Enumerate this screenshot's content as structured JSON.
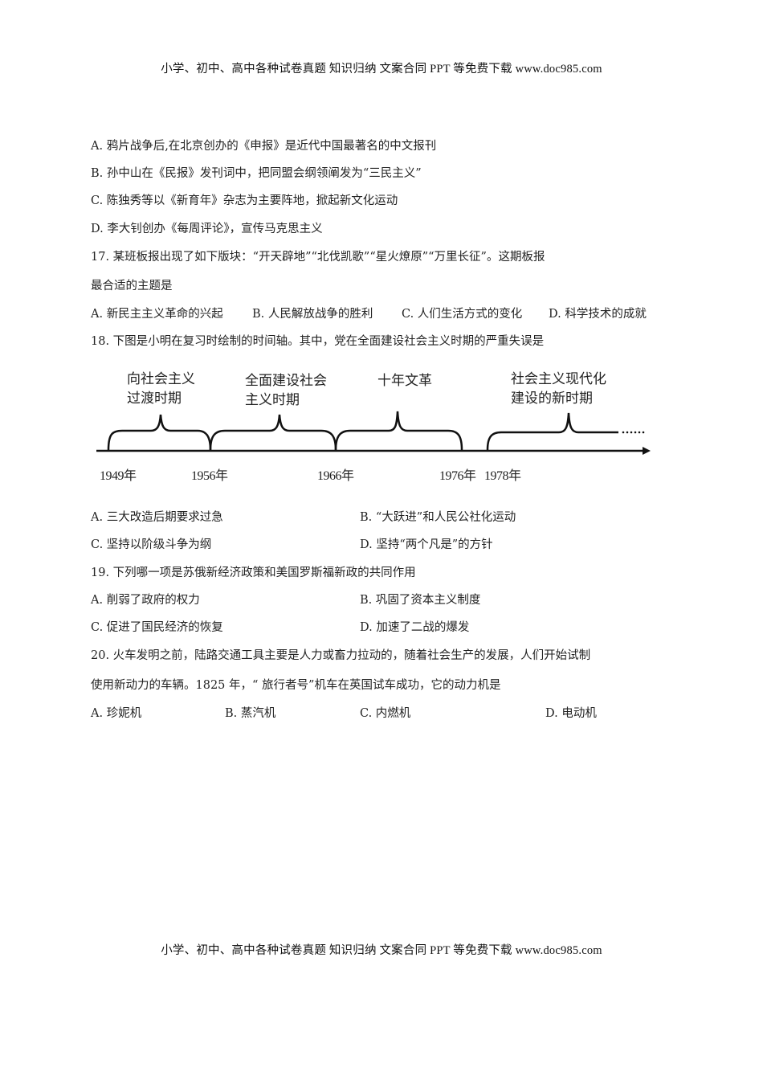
{
  "header": {
    "text": "小学、初中、高中各种试卷真题 知识归纳 文案合同 PPT 等免费下载   www.doc985.com"
  },
  "q16_options": [
    "A. 鸦片战争后,在北京创办的《申报》是近代中国最著名的中文报刊",
    "B. 孙中山在《民报》发刊词中，把同盟会纲领阐发为“三民主义”",
    "C. 陈独秀等以《新育年》杂志为主要阵地，掀起新文化运动",
    "D. 李大钊创办《每周评论》，宣传马克思主义"
  ],
  "q17": {
    "stem_line1": "17. 某班板报出现了如下版块：“开天辟地”“北伐凯歌”“星火燎原”“万里长征”。这期板报",
    "stem_line2": "最合适的主题是",
    "options": [
      "A. 新民主主义革命的兴起",
      "B. 人民解放战争的胜利",
      "C. 人们生活方式的变化",
      "D. 科学技术的成就"
    ]
  },
  "q18": {
    "stem": "18. 下图是小明在复习时绘制的时间轴。其中，党在全面建设社会主义时期的严重失误是",
    "timeline": {
      "periods": [
        {
          "line1": "向社会主义",
          "line2": "过渡时期"
        },
        {
          "line1": "全面建设社会",
          "line2": "主义时期"
        },
        {
          "line1": "十年文革",
          "line2": ""
        },
        {
          "line1": "社会主义现代化",
          "line2": "建设的新时期"
        }
      ],
      "years": [
        "1949年",
        "1956年",
        "1966年",
        "1976年",
        "1978年"
      ],
      "ellipsis": "……"
    },
    "options": [
      "A. 三大改造后期要求过急",
      "B. “大跃进”和人民公社化运动",
      "C. 坚持以阶级斗争为纲",
      "D. 坚持“两个凡是”的方针"
    ]
  },
  "q19": {
    "stem": "19. 下列哪一项是苏俄新经济政策和美国罗斯福新政的共同作用",
    "options": [
      "A. 削弱了政府的权力",
      "B. 巩固了资本主义制度",
      "C. 促进了国民经济的恢复",
      "D. 加速了二战的爆发"
    ]
  },
  "q20": {
    "stem_line1": "20. 火车发明之前，陆路交通工具主要是人力或畜力拉动的，随着社会生产的发展，人们开始试制",
    "stem_line2": "使用新动力的车辆。1825 年，“ 旅行者号”机车在英国试车成功，它的动力机是",
    "options": [
      "A. 珍妮机",
      "B. 蒸汽机",
      "C. 内燃机",
      "D. 电动机"
    ]
  },
  "footer": {
    "text": "小学、初中、高中各种试卷真题 知识归纳 文案合同 PPT 等免费下载   www.doc985.com"
  }
}
